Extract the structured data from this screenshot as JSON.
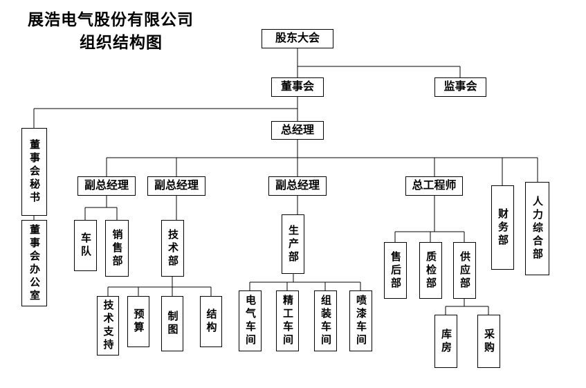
{
  "title": {
    "line1": "展浩电气股份有限公司",
    "line2": "组织结构图"
  },
  "colors": {
    "line": "#000000",
    "border": "#000000",
    "background": "#ffffff",
    "text": "#000000"
  },
  "nodes": {
    "shareholders_meeting": "股东大会",
    "board_of_directors": "董事会",
    "supervisory_board": "监事会",
    "general_manager": "总经理",
    "board_secretary": "董事会秘书",
    "board_office": "董事会办公室",
    "deputy_gm_1": "副总经理",
    "deputy_gm_2": "副总经理",
    "deputy_gm_3": "副总经理",
    "chief_engineer": "总工程师",
    "finance_dept": "财务部",
    "hr_general_dept": "人力综合部",
    "fleet": "车队",
    "sales_dept": "销售部",
    "tech_dept": "技术部",
    "production_dept": "生产部",
    "after_sales_dept": "售后部",
    "qc_dept": "质检部",
    "supply_dept": "供应部",
    "tech_support": "技术支持",
    "budget": "预算",
    "drafting": "制图",
    "structure": "结构",
    "electrical_workshop": "电气车间",
    "precision_workshop": "精工车间",
    "assembly_workshop": "组装车间",
    "painting_workshop": "喷漆车间",
    "warehouse": "库房",
    "procurement": "采购"
  }
}
